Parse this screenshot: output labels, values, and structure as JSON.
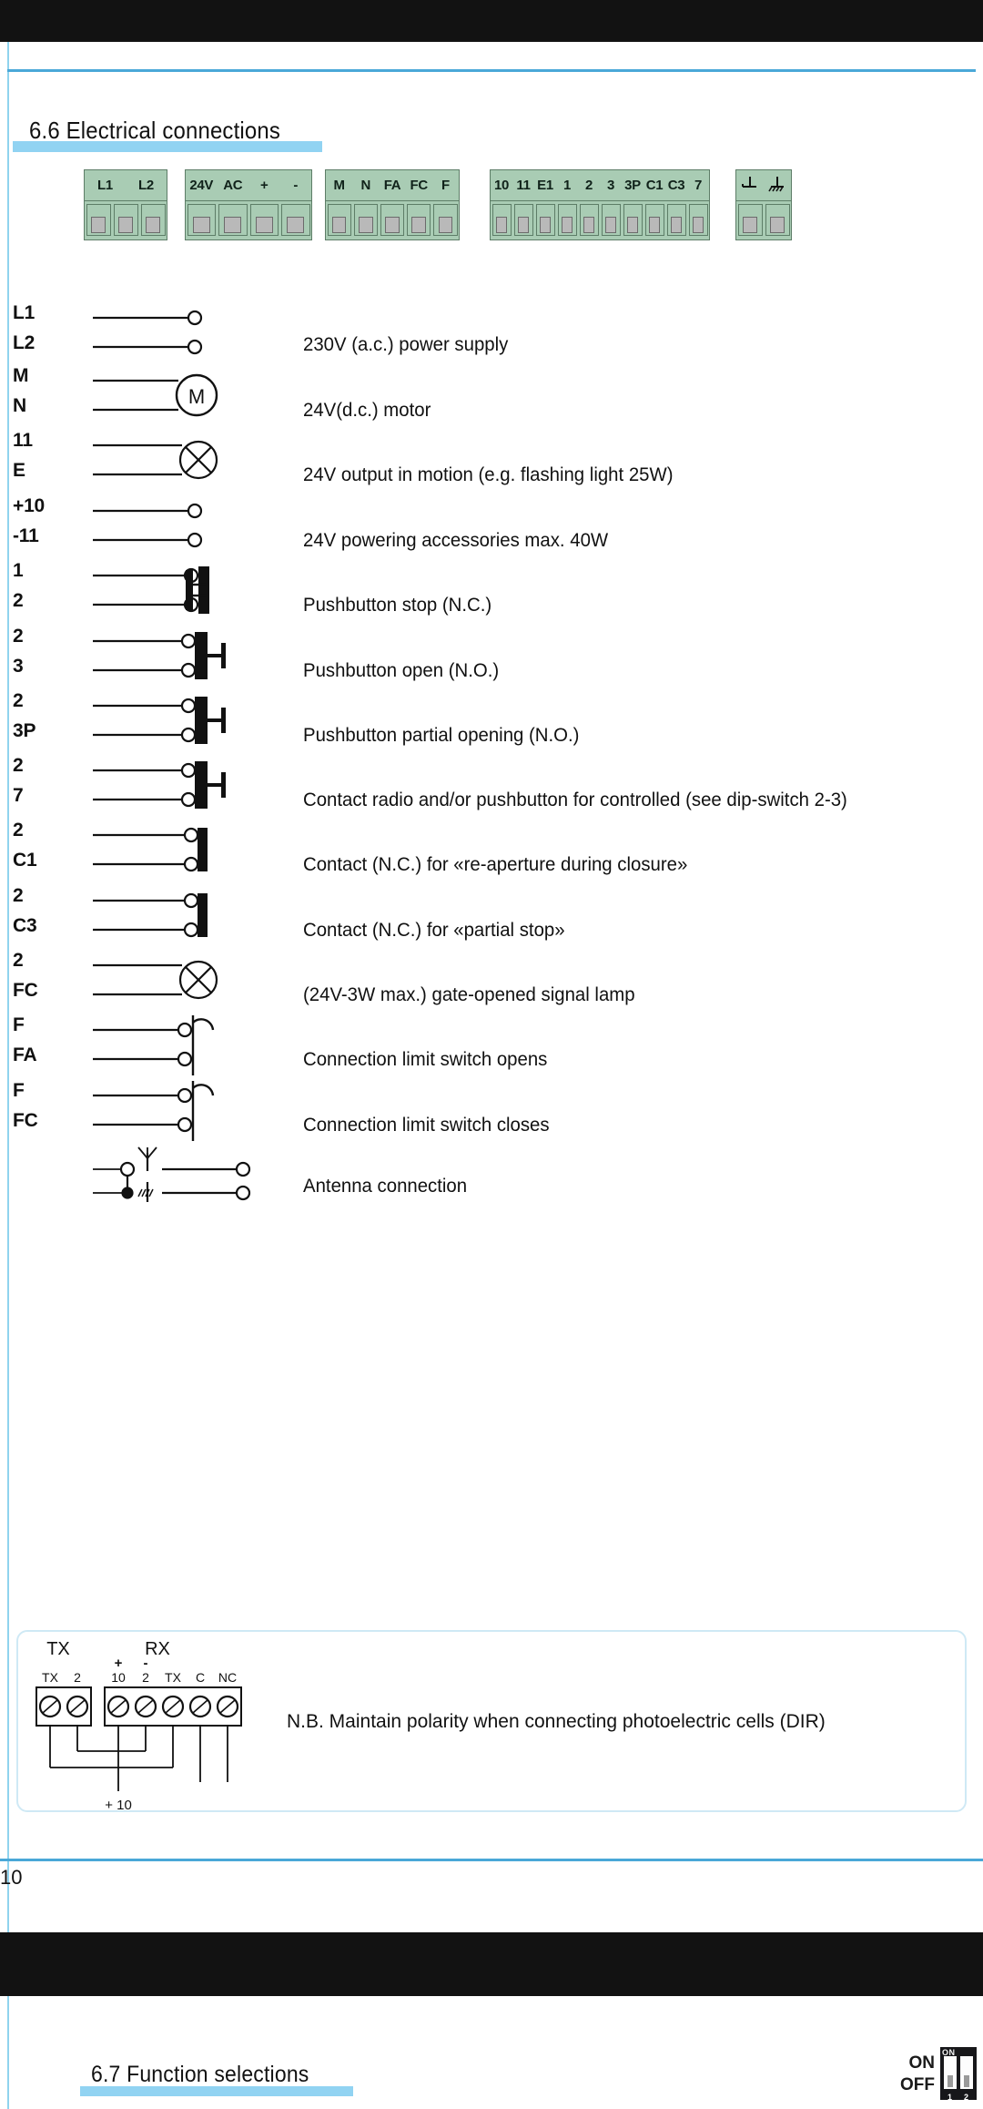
{
  "page": {
    "number": "10"
  },
  "sections": {
    "electrical": {
      "number_title": "6.6 Electrical connections"
    },
    "functions": {
      "number_title": "6.7 Function selections"
    }
  },
  "terminal_strips": [
    {
      "name": "mains-strip",
      "labels": [
        "L1",
        "L2"
      ],
      "screws": 3
    },
    {
      "name": "supply-strip",
      "labels": [
        "24V",
        "AC",
        "+",
        "-"
      ],
      "screws": 4
    },
    {
      "name": "motor-strip",
      "labels": [
        "M",
        "N",
        "FA",
        "FC",
        "F"
      ],
      "screws": 5
    },
    {
      "name": "accessories-strip",
      "labels": [
        "10",
        "11",
        "E1",
        "1",
        "2",
        "3",
        "3P",
        "C1",
        "C3",
        "7"
      ],
      "screws": 10
    },
    {
      "name": "ground-strip",
      "labels": [
        "earth-icon",
        "chassis-icon"
      ],
      "screws": 2
    }
  ],
  "connections": [
    {
      "terminals": [
        "L1",
        "L2"
      ],
      "symbol": "open-terminals",
      "description": "230V (a.c.) power supply"
    },
    {
      "terminals": [
        "M",
        "N"
      ],
      "symbol": "motor",
      "description": "24V(d.c.) motor"
    },
    {
      "terminals": [
        "11",
        "E"
      ],
      "symbol": "lamp",
      "description": "24V output in motion (e.g. flashing light 25W)"
    },
    {
      "terminals": [
        "+10",
        "-11"
      ],
      "symbol": "open-terminals",
      "description": "24V powering accessories max. 40W"
    },
    {
      "terminals": [
        "1",
        "2"
      ],
      "symbol": "pushbutton-nc",
      "description": "Pushbutton stop (N.C.)"
    },
    {
      "terminals": [
        "2",
        "3"
      ],
      "symbol": "pushbutton-no",
      "description": " Pushbutton open (N.O.)"
    },
    {
      "terminals": [
        "2",
        "3P"
      ],
      "symbol": "pushbutton-no",
      "description": "Pushbutton partial opening (N.O.)"
    },
    {
      "terminals": [
        "2",
        "7"
      ],
      "symbol": "pushbutton-no",
      "description": "Contact radio and/or pushbutton for controlled (see dip-switch 2-3)"
    },
    {
      "terminals": [
        "2",
        "C1"
      ],
      "symbol": "contact-nc",
      "description": "Contact (N.C.) for «re-aperture during closure»"
    },
    {
      "terminals": [
        "2",
        "C3"
      ],
      "symbol": "contact-nc",
      "description": "Contact (N.C.) for «partial stop»"
    },
    {
      "terminals": [
        "2",
        "FC"
      ],
      "symbol": "lamp",
      "description": "(24V-3W max.) gate-opened signal lamp"
    },
    {
      "terminals": [
        "F",
        "FA"
      ],
      "symbol": "limit-switch",
      "description": "Connection limit switch opens"
    },
    {
      "terminals": [
        "F",
        "FC"
      ],
      "symbol": "limit-switch",
      "description": "Connection limit switch closes"
    },
    {
      "terminals": [
        "",
        ""
      ],
      "symbol": "antenna",
      "description": "Antenna connection"
    }
  ],
  "photocell": {
    "tx_title": "TX",
    "rx_title": "RX",
    "tx_labels": [
      "TX",
      "2"
    ],
    "rx_polarity": [
      "+",
      "-"
    ],
    "rx_labels": [
      "10",
      "2",
      "TX",
      "C",
      "NC"
    ],
    "supply_label": "+ 10",
    "note": "N.B. Maintain polarity when connecting photoelectric cells (DIR)"
  },
  "dip_switch": {
    "on_label": "ON",
    "off_label": "OFF",
    "header_label": "ON",
    "switch_numbers": [
      "1",
      "2"
    ]
  },
  "colors": {
    "accent_blue": "#4aa8d8",
    "highlight_blue": "#7ecbf0",
    "terminal_green": "#a9ccb4",
    "band_black": "#121212"
  }
}
